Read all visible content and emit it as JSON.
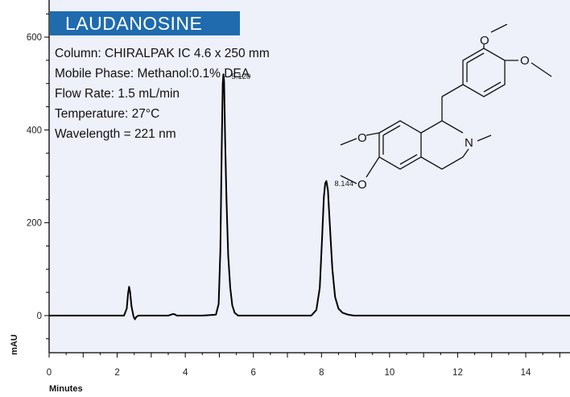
{
  "chart_data": {
    "type": "line",
    "title": "LAUDANOSINE",
    "xlabel": "Minutes",
    "ylabel": "mAU",
    "xlim": [
      0,
      15.3
    ],
    "ylim": [
      -80,
      680
    ],
    "x_ticks": [
      0,
      2,
      4,
      6,
      8,
      10,
      12,
      14
    ],
    "y_ticks": [
      0,
      200,
      400,
      600
    ],
    "grid": false,
    "background": "#eef0fa",
    "line_color": "#000000",
    "peaks": [
      {
        "rt": 2.35,
        "height": 62,
        "label": ""
      },
      {
        "rt": 5.12,
        "height": 520,
        "label": "5.120"
      },
      {
        "rt": 8.144,
        "height": 290,
        "label": "8.144"
      }
    ],
    "series": [
      {
        "x": [
          0,
          2.2,
          2.28,
          2.32,
          2.35,
          2.38,
          2.42,
          2.48,
          2.52,
          2.56,
          2.62,
          2.75,
          3.5,
          3.62,
          3.68,
          3.75,
          4.5,
          4.9,
          4.98,
          5.03,
          5.07,
          5.1,
          5.12,
          5.14,
          5.17,
          5.21,
          5.26,
          5.32,
          5.38,
          5.45,
          5.55,
          6.5,
          7.7,
          7.85,
          7.95,
          8.02,
          8.07,
          8.11,
          8.144,
          8.19,
          8.25,
          8.32,
          8.4,
          8.5,
          8.62,
          8.78,
          8.95,
          15.3
        ],
        "y": [
          0,
          0,
          15,
          48,
          62,
          50,
          20,
          -2,
          -8,
          -3,
          0,
          0,
          0,
          3,
          3,
          0,
          0,
          2,
          25,
          140,
          360,
          500,
          520,
          505,
          380,
          250,
          130,
          60,
          22,
          6,
          0,
          0,
          0,
          12,
          60,
          170,
          255,
          285,
          290,
          270,
          190,
          100,
          40,
          15,
          6,
          2,
          0,
          0
        ]
      }
    ]
  },
  "conditions": {
    "column": "Column: CHIRALPAK IC  4.6 x 250 mm",
    "mobile_phase": "Mobile Phase: Methanol:0.1% DEA",
    "flow_rate": "Flow Rate: 1.5 mL/min",
    "temperature": "Temperature: 27°C",
    "wavelength": "Wavelength = 221 nm"
  },
  "structure": {
    "atom_o1": "O",
    "atom_o2": "O",
    "atom_o3": "O",
    "atom_o4": "O",
    "atom_n": "N"
  }
}
